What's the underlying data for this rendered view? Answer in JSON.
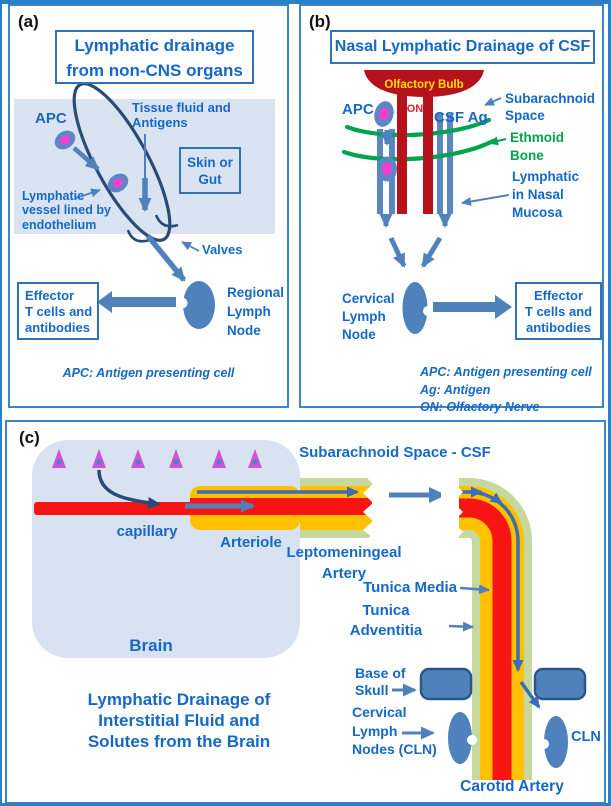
{
  "colors": {
    "text_blue": "#1668c5",
    "steel_blue": "#4f81bd",
    "navy": "#2c4a76",
    "dark_red": "#b5121b",
    "red": "#f61414",
    "orange": "#ffc000",
    "olive_green": "#c6d89e",
    "green": "#00a44e",
    "magenta": "#f540cf",
    "violet": "#cf52d8",
    "light_blue_fill": "#dae3f1",
    "panel_border": "#3c85c6",
    "box_border": "#2e74b5",
    "bulb_text_yellow": "#ffe000"
  },
  "panel_a": {
    "tag": "(a)",
    "title_line1": "Lymphatic drainage",
    "title_line2": "from non-CNS organs",
    "apc": "APC",
    "tissue_line1": "Tissue fluid and",
    "tissue_line2": "Antigens",
    "skin_line1": "Skin or",
    "skin_line2": "Gut",
    "vessel_line1": "Lymphatic",
    "vessel_line2": "vessel lined by",
    "vessel_line3": "endothelium",
    "valves": "Valves",
    "effector_line1": "Effector",
    "effector_line2": "T cells and",
    "effector_line3": "antibodies",
    "node_line1": "Regional",
    "node_line2": "Lymph",
    "node_line3": "Node",
    "legend": "APC: Antigen presenting cell"
  },
  "panel_b": {
    "tag": "(b)",
    "title": "Nasal Lymphatic Drainage of CSF",
    "olfactory_bulb": "Olfactory Bulb",
    "on": "ON",
    "apc": "APC",
    "csf_ag": "CSF Ag",
    "subarachnoid_line1": "Subarachnoid",
    "subarachnoid_line2": "Space",
    "ethmoid_line1": "Ethmoid",
    "ethmoid_line2": "Bone",
    "lymphatic_line1": "Lymphatic",
    "lymphatic_line2": "in Nasal",
    "lymphatic_line3": "Mucosa",
    "cervical_line1": "Cervical",
    "cervical_line2": "Lymph",
    "cervical_line3": "Node",
    "effector_line1": "Effector",
    "effector_line2": "T cells and",
    "effector_line3": "antibodies",
    "legend_line1": "APC: Antigen presenting cell",
    "legend_line2": "Ag: Antigen",
    "legend_line3": "ON: Olfactory Nerve"
  },
  "panel_c": {
    "tag": "(c)",
    "subarachnoid": "Subarachnoid Space - CSF",
    "capillary": "capillary",
    "arteriole": "Arteriole",
    "lepto_line1": "Leptomeningeal",
    "lepto_line2": "Artery",
    "tunica_media": "Tunica Media",
    "tunica_line1": "Tunica",
    "tunica_line2": "Adventitia",
    "base_line1": "Base of",
    "base_line2": "Skull",
    "brain": "Brain",
    "cln_line1": "Cervical",
    "cln_line2": "Lymph",
    "cln_line3": "Nodes (CLN)",
    "cln_short": "CLN",
    "carotid": "Carotid Artery",
    "caption_line1": "Lymphatic Drainage of",
    "caption_line2": "Interstitial Fluid and",
    "caption_line3": "Solutes from the Brain"
  }
}
